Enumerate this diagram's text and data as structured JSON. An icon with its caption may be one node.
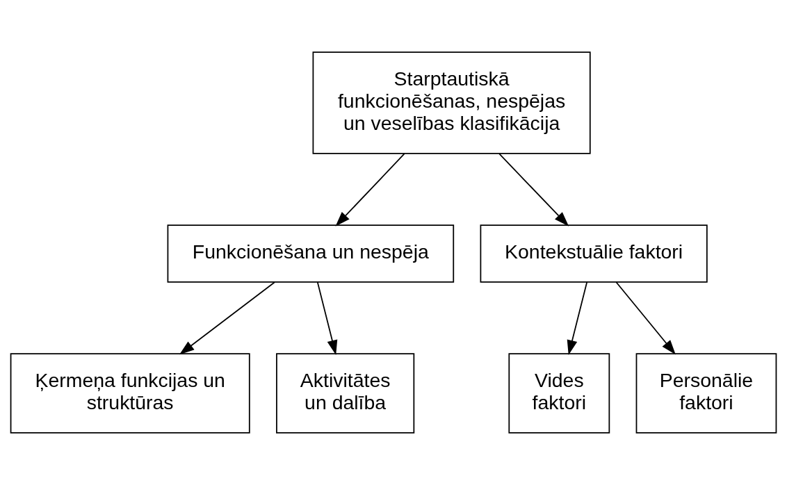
{
  "diagram": {
    "nodes": [
      {
        "text": [
          "Starptautiskā funkcionēšanas, nespējas un veselības klasifikācija"
        ]
      },
      {
        "text": [
          "Funkcionēšana un nespēja"
        ]
      },
      {
        "text": [
          "Kontekstuālie faktori"
        ]
      },
      {
        "text": [
          "Ķermeņa funkcijas un struktūras"
        ]
      },
      {
        "text": [
          "Aktivitātes un dalība"
        ]
      },
      {
        "text": [
          "Vides faktori"
        ]
      },
      {
        "text": [
          "Personālie faktori"
        ]
      }
    ],
    "edges": [
      {
        "from": 0,
        "to": 1,
        "arrow": "to"
      },
      {
        "from": 0,
        "to": 2,
        "arrow": "to"
      },
      {
        "from": 1,
        "to": 3,
        "arrow": "to"
      },
      {
        "from": 1,
        "to": 4,
        "arrow": "to"
      },
      {
        "from": 2,
        "to": 5,
        "arrow": "to"
      },
      {
        "from": 2,
        "to": 6,
        "arrow": "to"
      }
    ]
  }
}
